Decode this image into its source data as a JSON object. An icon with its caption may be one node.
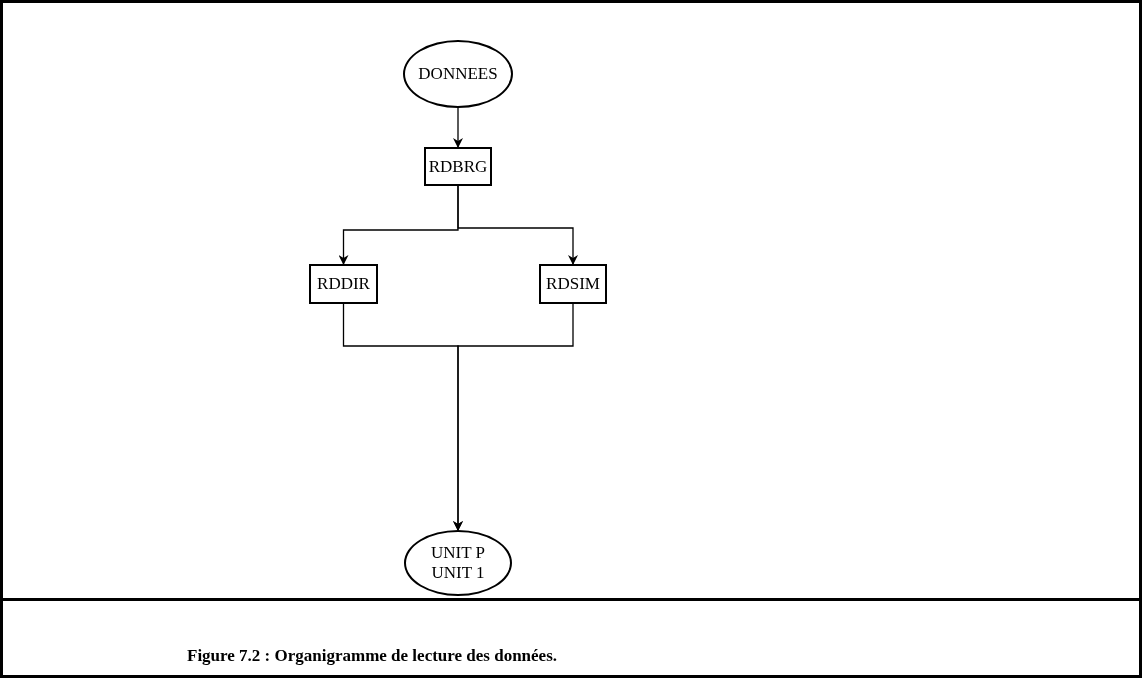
{
  "diagram": {
    "caption": "Figure 7.2 : Organigramme de lecture des données.",
    "nodes": [
      {
        "text": [
          "DONNEES"
        ]
      },
      {
        "text": [
          "RDBRG"
        ]
      },
      {
        "text": [
          "RDDIR"
        ]
      },
      {
        "text": [
          "RDSIM"
        ]
      },
      {
        "text": [
          "UNIT P",
          "UNIT 1"
        ]
      }
    ],
    "edges": [
      {
        "from": 0,
        "to": 1,
        "arrow": "to"
      },
      {
        "from": 1,
        "to": 2,
        "arrow": "to"
      },
      {
        "from": 1,
        "to": 3,
        "arrow": "to"
      },
      {
        "from": 2,
        "to": 4,
        "arrow": "to"
      },
      {
        "from": 3,
        "to": 4,
        "arrow": "to"
      }
    ]
  }
}
